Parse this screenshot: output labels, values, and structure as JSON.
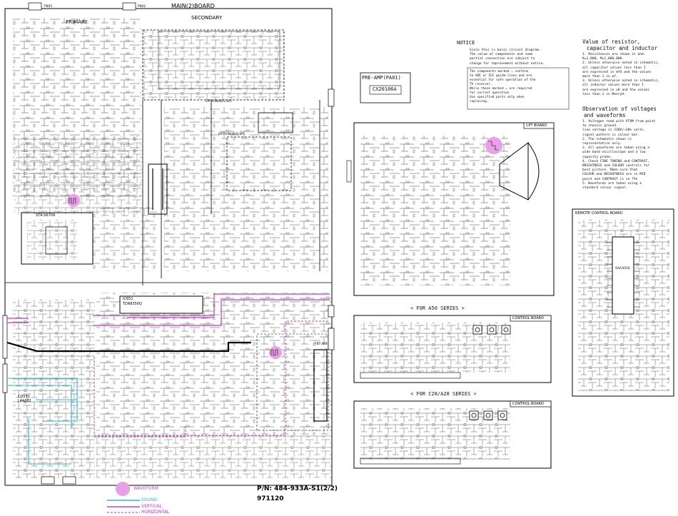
{
  "main_board": {
    "title": "MAIN(2)BOARD",
    "primary": "PRIMARY",
    "secondary": "SECONDARY",
    "ic_stv": "STR-S6709",
    "ic_audio_ref": "IC651",
    "ic_audio": "TDA8350Q",
    "ic_sound_ref": "CO551",
    "ic_sound": "L44282",
    "option1": "OPTION(W/S-SP)",
    "option2": "OPTION(W/S-SP)",
    "fbt": "FBT ATF",
    "conn_p801": "P801",
    "conn_p802": "P802"
  },
  "legend": {
    "waveform": "WAVEFORM",
    "sound": "SOUND",
    "vertical": "VERTICAL",
    "horizontal": "HORIZONTAL",
    "colors": {
      "waveform": "#e8a0e6",
      "sound": "#2bb8c8",
      "vertical": "#d040c8",
      "horizontal": "#c030c0"
    }
  },
  "part_number": "P/N: 484-933A-S1(2/2)",
  "date_code": "971120",
  "notice": {
    "title": "NOTICE",
    "lines": [
      "Since this is basic circuit diagram.",
      "The value of components and some",
      "partial connection are subject to",
      "change for improvement without notice."
    ],
    "box_lines": [
      "The components marked  ⚠ conform",
      "to VDE or IEC guide-lines and are",
      "essential for safe operation of the",
      "TV receiver.",
      "While those marked  ⚠ are required",
      "for correct operation",
      "Use specified parts only when",
      "replacing."
    ]
  },
  "preamp": {
    "title": "PRE-AMP(PA01)",
    "part": "CX20106A"
  },
  "values_section": {
    "title_line1": "Value of resistor,",
    "title_line2": "capacitor and inductor",
    "lines": [
      "1. Resistances are shown in ohm.",
      "   K=1,000,  M=1,000,000.",
      "2. Unless otherwise noted in schematic,",
      "   all capacitor values less than 1",
      "   are expressed in mfd and the values",
      "   more than 1 in pf.",
      "3. Unless otherwise noted in schematic,",
      "   all inductor values more than 1",
      "   are expressed in uH and the values",
      "   less than 1 in MenryH."
    ]
  },
  "observation_section": {
    "title_line1": "Observation of voltages",
    "title_line2": "and waveforms",
    "lines": [
      "1. Voltages read with VTVM from point",
      "   to chassis ground.",
      "   line voltage is 230V/~20% volts.",
      "   signal pattern is colour bar.",
      "2. The schematic shown is",
      "   representative only.",
      "3. All waveforms are taken using a",
      "   wide band oscilloscope and a low",
      "   capacity probe.",
      "4. Check FINE TUNING and CONTRAST,",
      "   BRIGHTNESS and COLOUR controls for",
      "   best picture. Make sure that",
      "   COLOUR and BRIGHTNESS are in MID",
      "   point and CONTRAST is in 75%",
      "5. Waveforms are taken using a",
      "   standard colour signal."
    ]
  },
  "cpt_board": {
    "title": "CPT BOARD"
  },
  "remote_board": {
    "title": "REMOTE CONTROL BOARD",
    "ic": "SAA3010"
  },
  "series_a50": {
    "title": "< FOR A50 SERIES >",
    "board": "CONTROL BOARD"
  },
  "series_c28": {
    "title": "< FOR C28/A28 SERIES >",
    "board": "CONTROL BOARD"
  }
}
